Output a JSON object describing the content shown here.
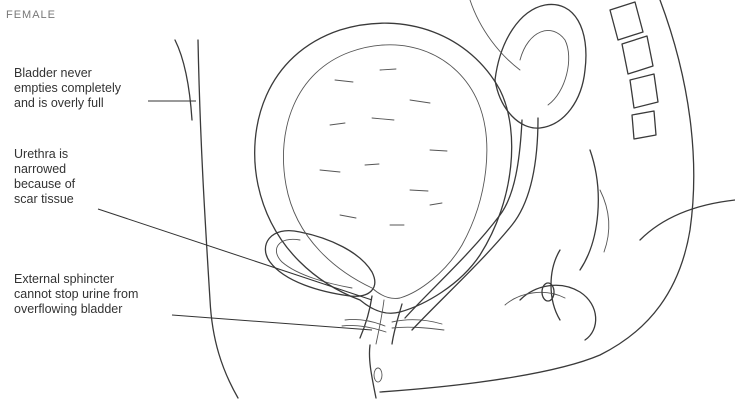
{
  "figure": {
    "title": "FEMALE",
    "labels": {
      "bladder": [
        "Bladder never",
        "empties completely",
        "and is overly full"
      ],
      "urethra": [
        "Urethra is",
        "narrowed",
        "because of",
        "scar tissue"
      ],
      "sphincter": [
        "External sphincter",
        "cannot stop urine from",
        "overflowing bladder"
      ]
    }
  },
  "colors": {
    "ink": "#3a3a3a",
    "urine_fill": "#c8c4bc",
    "wall_fill": "#e6e4df"
  }
}
